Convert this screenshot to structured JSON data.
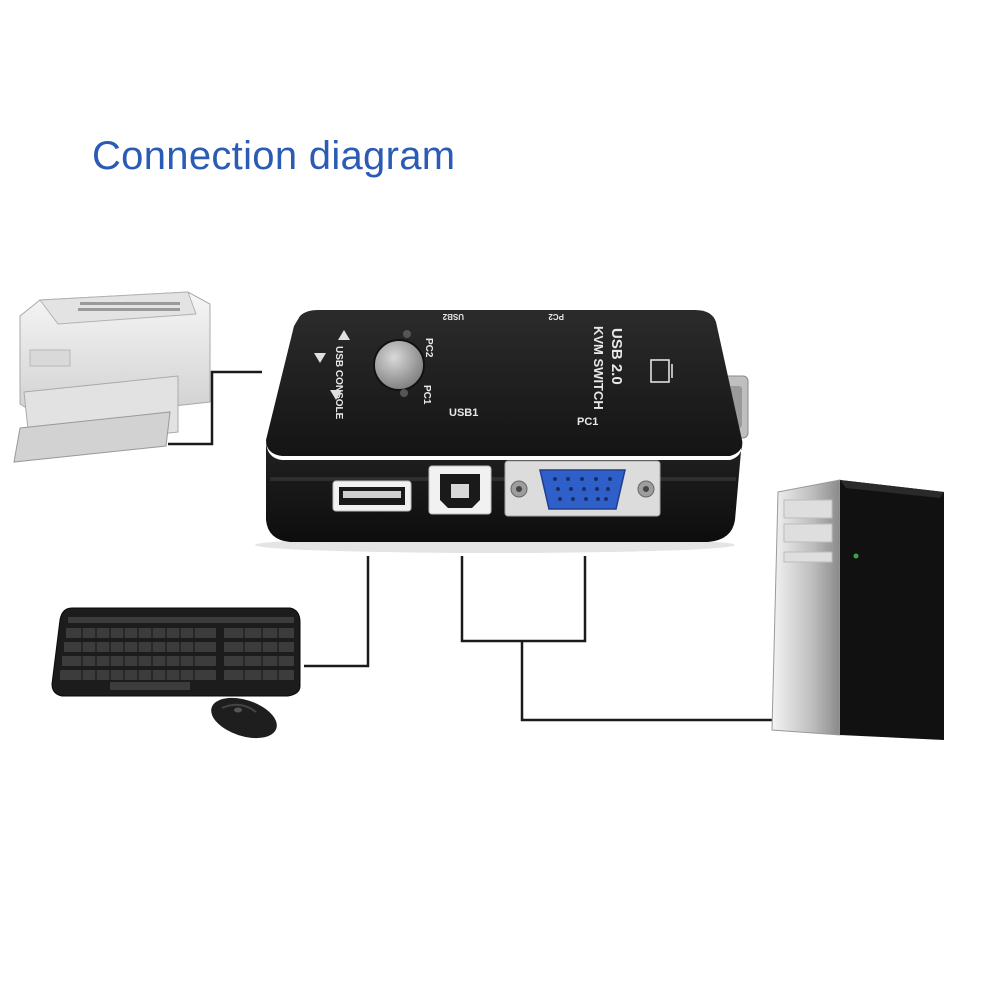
{
  "title": "Connection diagram",
  "colors": {
    "title": "#2a5bb5",
    "wire": "#1a1a1a",
    "device_body": "#1c1c1c",
    "vga_port": "#2f5fc8"
  },
  "switch": {
    "brand_line1": "USB 2.0",
    "brand_line2": "KVM SWITCH",
    "button_label_top": "PC2",
    "button_label_bottom": "PC1",
    "console_label": "USB CONSOLE",
    "usb1_label": "USB1",
    "pc1_label": "PC1",
    "rear_usb2_label": "USB2",
    "rear_pc2_label": "PC2"
  },
  "devices": {
    "left_top": "printer-icon",
    "left_bottom": "keyboard-mouse-icon",
    "right": "desktop-tower-icon"
  }
}
